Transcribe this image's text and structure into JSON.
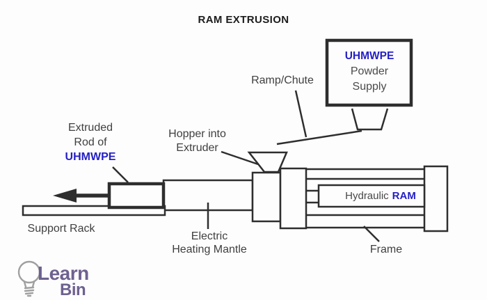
{
  "title": "RAM EXTRUSION",
  "colors": {
    "line": "#2e2e2e",
    "label_text": "#3f3f3f",
    "accent_blue": "#241fc4",
    "logo_purple": "#6e6190",
    "logo_bulb_gray": "#a0a0a0"
  },
  "labels": {
    "powder_supply": {
      "line1": "UHMWPE",
      "line2": "Powder",
      "line3": "Supply"
    },
    "ramp_chute": "Ramp/Chute",
    "hopper": {
      "line1": "Hopper into",
      "line2": "Extruder"
    },
    "extruded_rod": {
      "line1": "Extruded",
      "line2": "Rod of",
      "line3": "UHMWPE"
    },
    "support_rack": "Support Rack",
    "heating_mantle": {
      "line1": "Electric",
      "line2": "Heating Mantle"
    },
    "hydraulic_ram": {
      "gray": "Hydraulic",
      "blue": "RAM"
    },
    "frame": "Frame"
  },
  "logo": {
    "line1": "Learn",
    "line2": "Bin"
  }
}
